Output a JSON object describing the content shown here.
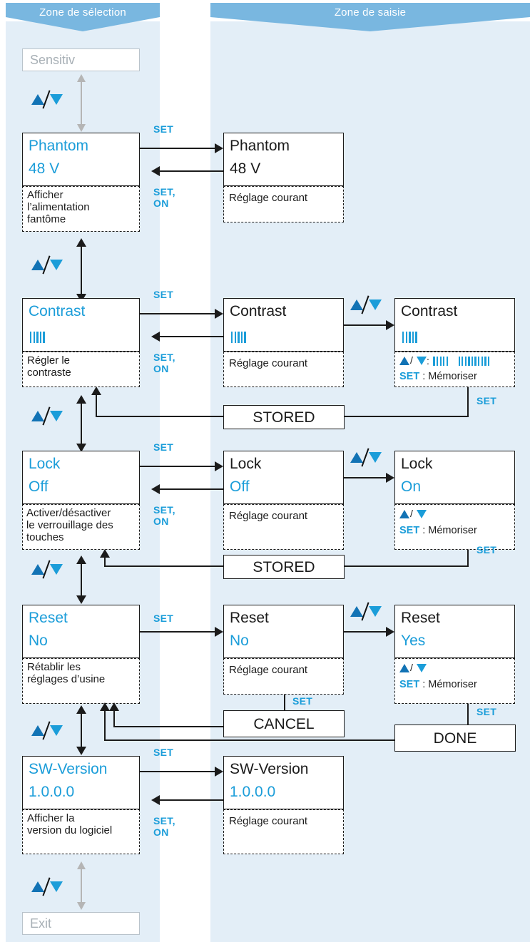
{
  "headers": {
    "left": "Zone de sélection",
    "right": "Zone de saisie"
  },
  "labels": {
    "set": "SET",
    "set_on": "SET,\nON",
    "current_setting": "Réglage courant",
    "memorize": "SET : Mémoriser",
    "stored": "STORED",
    "cancel": "CANCEL",
    "done": "DONE",
    "updown": "▲/▼"
  },
  "colors": {
    "accent": "#1b9dd9",
    "accent_dark": "#1273b5",
    "banner": "#79b7e0",
    "panel": "#e3eef7",
    "ink": "#1b1b1b",
    "ghost": "#a8b0b6"
  },
  "menu": {
    "top_ghost": "Sensitiv",
    "bottom_ghost": "Exit"
  },
  "items": [
    {
      "id": "phantom",
      "select": {
        "line1": "Phantom",
        "line2": "48 V"
      },
      "select_caption": "Afficher\nl’alimentation\nfantôme",
      "entry": {
        "line1": "Phantom",
        "line2": "48 V"
      },
      "entry_caption": "Réglage courant",
      "edit": null
    },
    {
      "id": "contrast",
      "select": {
        "line1": "Contrast",
        "line2": ""
      },
      "select_caption": "Régler le\ncontraste",
      "entry": {
        "line1": "Contrast",
        "line2": ""
      },
      "entry_caption": "Réglage courant",
      "edit": {
        "line1": "Contrast",
        "line2": ""
      },
      "edit_caption": "SET : Mémoriser",
      "confirm": "STORED"
    },
    {
      "id": "lock",
      "select": {
        "line1": "Lock",
        "line2": "Off"
      },
      "select_caption": "Activer/désactiver\nle verrouillage des\ntouches",
      "entry": {
        "line1": "Lock",
        "line2": "Off"
      },
      "entry_caption": "Réglage courant",
      "edit": {
        "line1": "Lock",
        "line2": "On"
      },
      "edit_caption": "SET : Mémoriser",
      "confirm": "STORED"
    },
    {
      "id": "reset",
      "select": {
        "line1": "Reset",
        "line2": "No"
      },
      "select_caption": "Rétablir les\nréglages d’usine",
      "entry": {
        "line1": "Reset",
        "line2": "No"
      },
      "entry_caption": "Réglage courant",
      "edit": {
        "line1": "Reset",
        "line2": "Yes"
      },
      "edit_caption": "SET : Mémoriser",
      "confirm": "DONE",
      "confirm2": "CANCEL"
    },
    {
      "id": "sw-version",
      "select": {
        "line1": "SW-Version",
        "line2": "1.0.0.0"
      },
      "select_caption": "Afficher la\nversion du logiciel",
      "entry": {
        "line1": "SW-Version",
        "line2": "1.0.0.0"
      },
      "entry_caption": "Réglage courant",
      "edit": null
    }
  ]
}
